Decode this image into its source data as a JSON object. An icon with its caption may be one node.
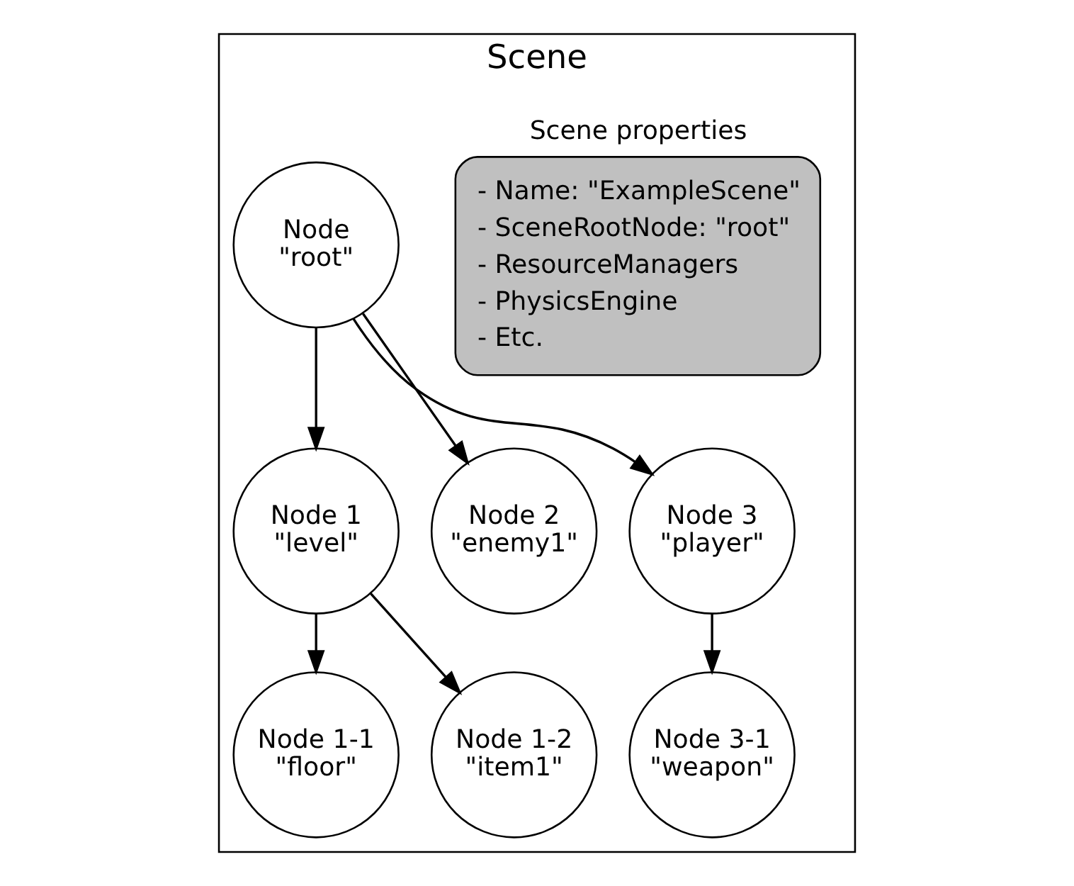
{
  "diagram": {
    "nodes": [
      {
        "text": [
          "Scene"
        ]
      },
      {
        "text": [
          "Scene properties",
          "- Name: \"ExampleScene\"",
          "- SceneRootNode: \"root\"",
          "- ResourceManagers",
          "- PhysicsEngine",
          "- Etc."
        ],
        "in": 0
      },
      {
        "text": [
          "Node",
          "\"root\""
        ],
        "in": 0
      },
      {
        "text": [
          "Node 1",
          "\"level\""
        ],
        "in": 0
      },
      {
        "text": [
          "Node 2",
          "\"enemy1\""
        ],
        "in": 0
      },
      {
        "text": [
          "Node 3",
          "\"player\""
        ],
        "in": 0
      },
      {
        "text": [
          "Node 1-1",
          "\"floor\""
        ],
        "in": 0
      },
      {
        "text": [
          "Node 1-2",
          "\"item1\""
        ],
        "in": 0
      },
      {
        "text": [
          "Node 3-1",
          "\"weapon\""
        ],
        "in": 0
      }
    ],
    "edges": [
      {
        "from": 2,
        "to": 3,
        "arrow": "to"
      },
      {
        "from": 2,
        "to": 4,
        "arrow": "to"
      },
      {
        "from": 2,
        "to": 5,
        "arrow": "to"
      },
      {
        "from": 3,
        "to": 6,
        "arrow": "to"
      },
      {
        "from": 3,
        "to": 7,
        "arrow": "to"
      },
      {
        "from": 5,
        "to": 8,
        "arrow": "to"
      }
    ]
  }
}
